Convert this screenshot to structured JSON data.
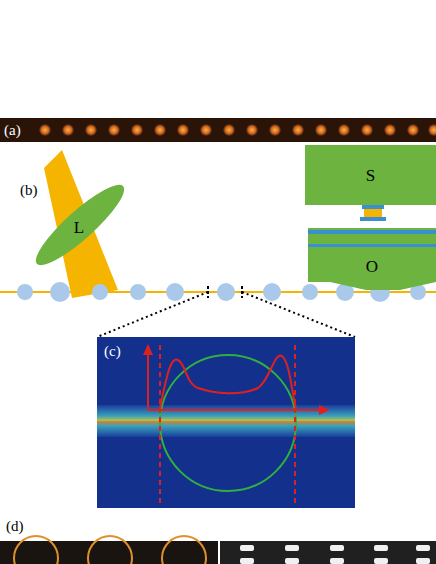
{
  "diagram": {
    "nodes": [
      {
        "text": [
          "L"
        ]
      },
      {
        "text": [
          "S"
        ]
      },
      {
        "text": [
          "O"
        ]
      }
    ],
    "labels": [
      "(a)",
      "(b)",
      "(c)",
      "(d)"
    ]
  }
}
